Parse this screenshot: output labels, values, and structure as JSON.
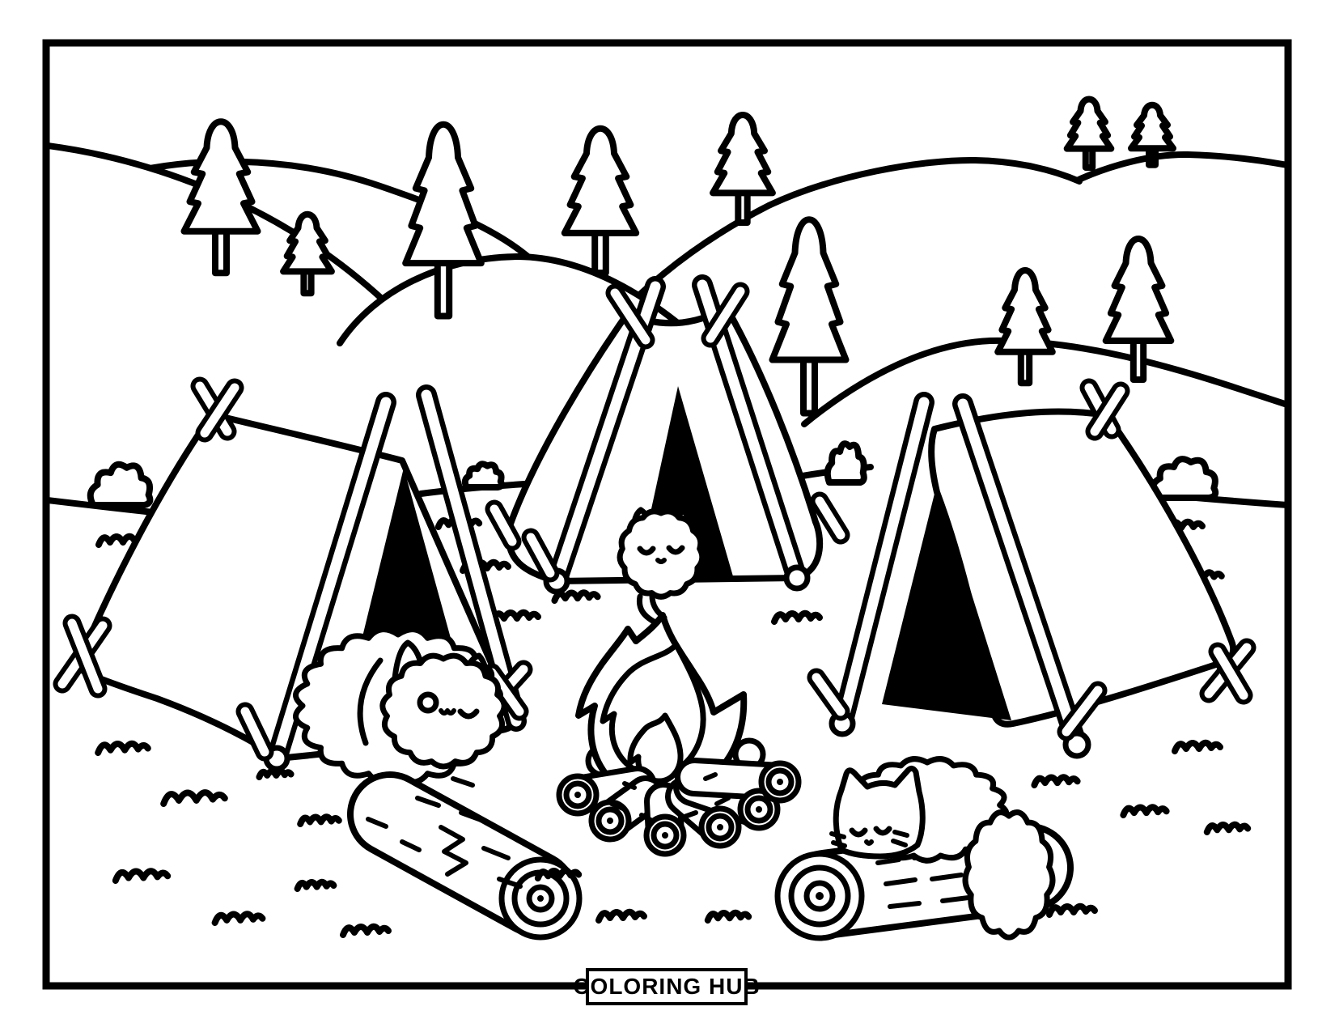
{
  "page": {
    "kind": "coloring page",
    "style": "black and white line art",
    "ink_color": "#000000",
    "paper_color": "#ffffff"
  },
  "brand": {
    "label": "COLORING HUB"
  },
  "scene": {
    "setting": "cartoon campsite with three fluffy cats, three teepee tents, a campfire, firewood logs, pine trees and rolling hills",
    "elements": [
      {
        "name": "tent",
        "count": 3
      },
      {
        "name": "cat",
        "count": 3
      },
      {
        "name": "campfire",
        "count": 1
      },
      {
        "name": "firewood-log",
        "count": 2
      },
      {
        "name": "pine-tree",
        "count": 10
      },
      {
        "name": "hill",
        "count": 6
      },
      {
        "name": "bush",
        "count": 4
      },
      {
        "name": "grass-tuft",
        "count": 24
      }
    ]
  }
}
